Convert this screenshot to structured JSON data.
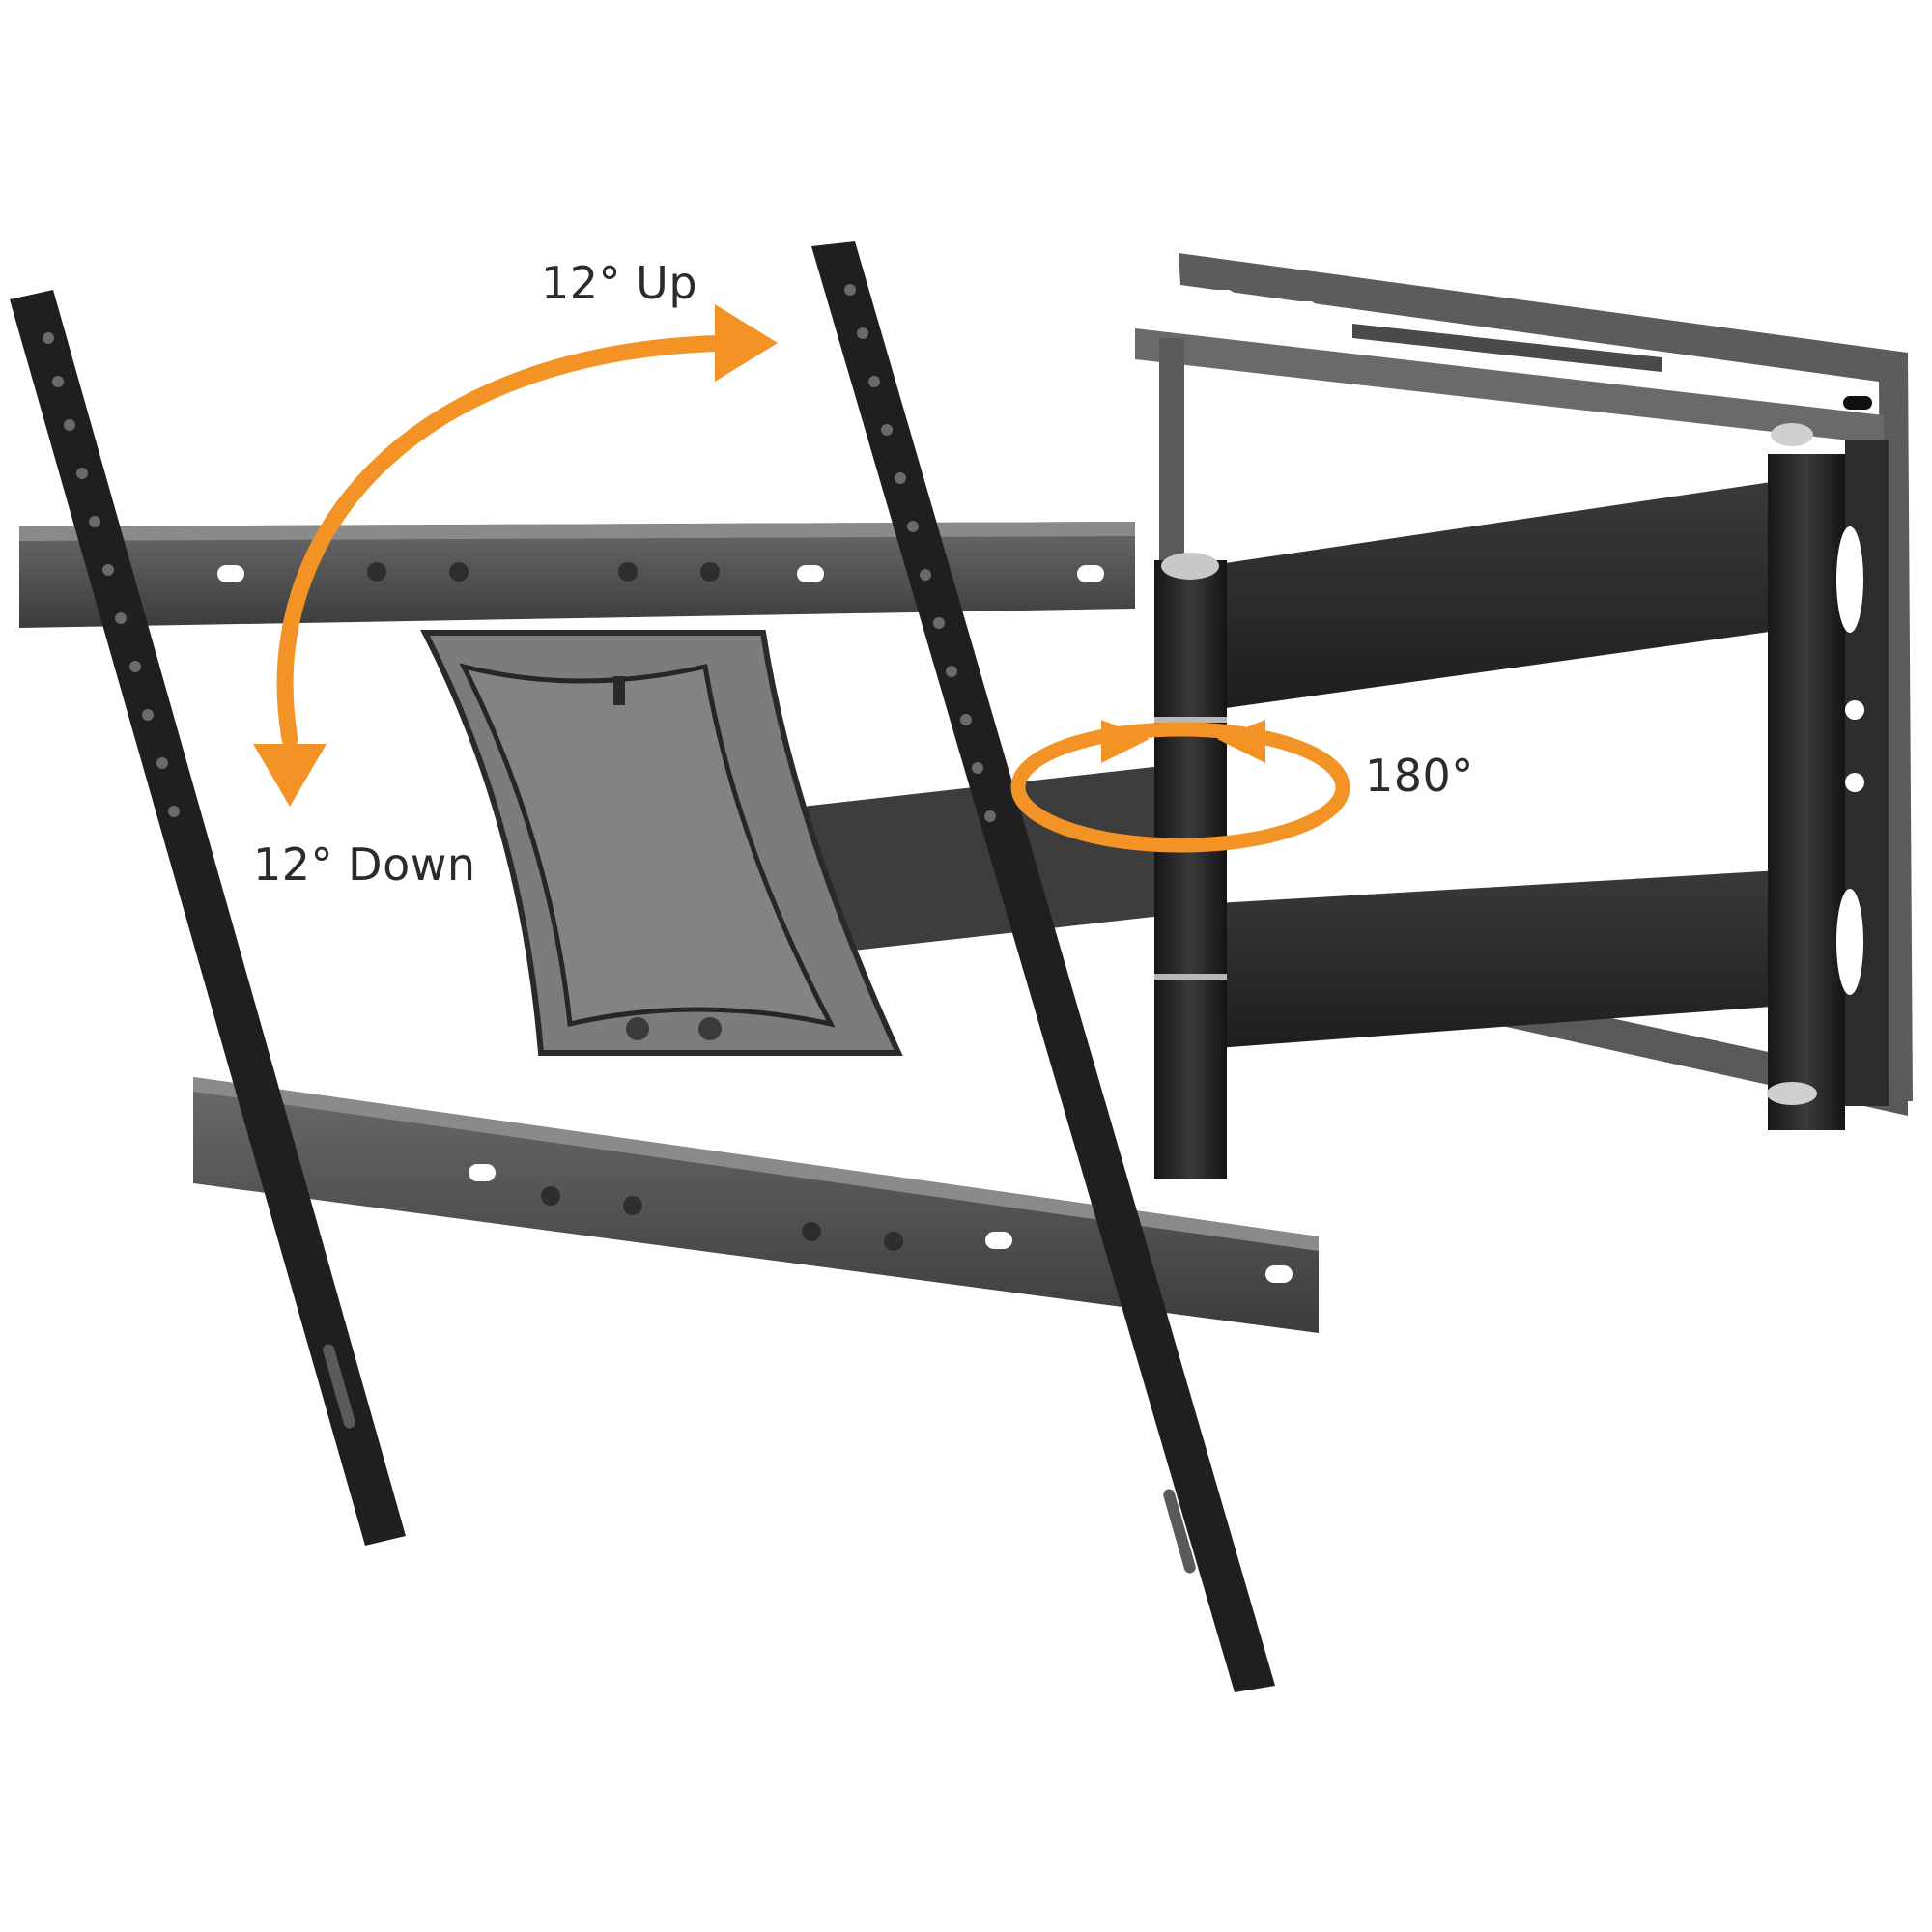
{
  "product": {
    "subject": "Full-motion articulating TV wall mount bracket",
    "colors": {
      "background": "#ffffff",
      "metal_dark": "#2a2a2a",
      "metal_mid": "#4a4a4a",
      "metal_light": "#6e6e6e",
      "plate_gray": "#7a7a7a",
      "accent_orange": "#f39325",
      "label_text": "#2b2b2b"
    }
  },
  "annotations": {
    "tilt_up": {
      "label": "12° Up",
      "icon": "curved-arrow-icon"
    },
    "tilt_down": {
      "label": "12° Down",
      "icon": "curved-arrow-icon"
    },
    "swivel": {
      "label": "180°",
      "icon": "rotation-ellipse-arrow-icon"
    }
  }
}
